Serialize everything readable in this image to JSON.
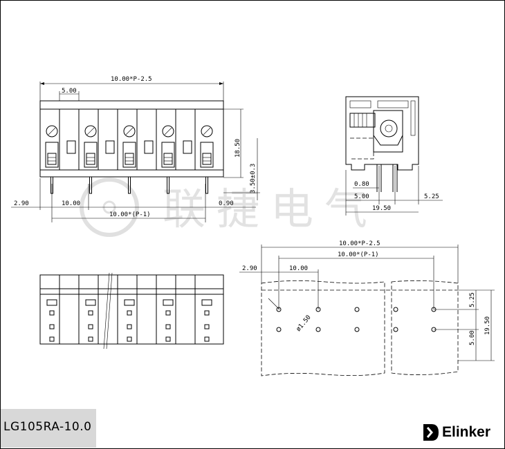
{
  "dimensions": {
    "overall_length": "10.00*P-2.5",
    "pitch_half": "5.00",
    "pitch": "10.00",
    "edge_offset": "2.90",
    "pin_span": "10.00*(P-1)",
    "pin_dia": "0.90",
    "height": "18.50",
    "pin_length": "3.50±0.3",
    "side_pin_width": "0.80",
    "side_pin_spacing": "5.00",
    "side_edge": "5.25",
    "side_depth": "19.50",
    "hole_dia": "ø1.50",
    "pcb_overall": "10.00*P-2.5",
    "pcb_pin_span": "10.00*(P-1)",
    "pcb_edge": "2.90",
    "pcb_pitch": "10.00",
    "pcb_row_offset": "5.25",
    "pcb_row_spacing": "5.00",
    "pcb_depth": "19.50"
  },
  "watermark": "联捷电气",
  "model": "LG105RA-10.0",
  "brand": "Elinker",
  "colors": {
    "line": "#000000",
    "label_bg": "#d8d8d8",
    "watermark": "#969696"
  }
}
